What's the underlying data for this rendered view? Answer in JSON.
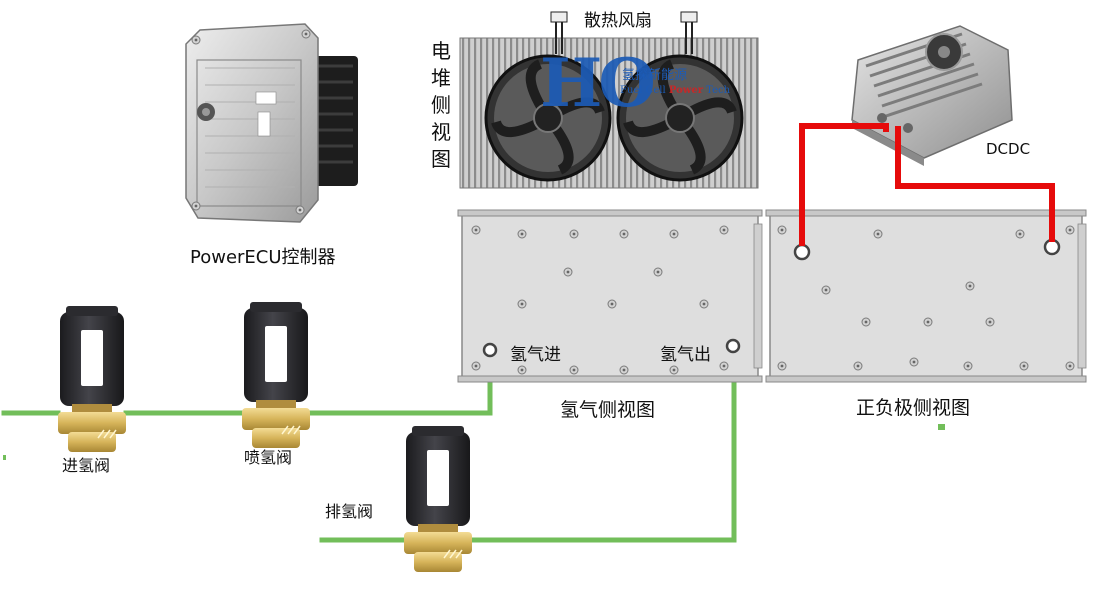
{
  "labels": {
    "ecu": "PowerECU控制器",
    "fan": "散热风扇",
    "stack_side": "电堆侧视图",
    "dcdc": "DCDC",
    "h2_in_port": "氢气进",
    "h2_out_port": "氢气出",
    "h2_side_view": "氢气侧视图",
    "pos_neg_view": "正负极侧视图",
    "inlet_valve": "进氢阀",
    "injector_valve": "喷氢阀",
    "purge_valve": "排氢阀"
  },
  "logo": {
    "mark": "HO",
    "cn": "氢探新能源",
    "en_prefix": "Fuel Cell ",
    "en_accent": "Power",
    "en_suffix": " Tech"
  },
  "colors": {
    "hydrogen_pipe": "#72be5a",
    "power_cable": "#e60b0b",
    "valve_body": "#2a2a2e",
    "valve_brass": "#d9b860",
    "stack_plate": "#dedede"
  }
}
